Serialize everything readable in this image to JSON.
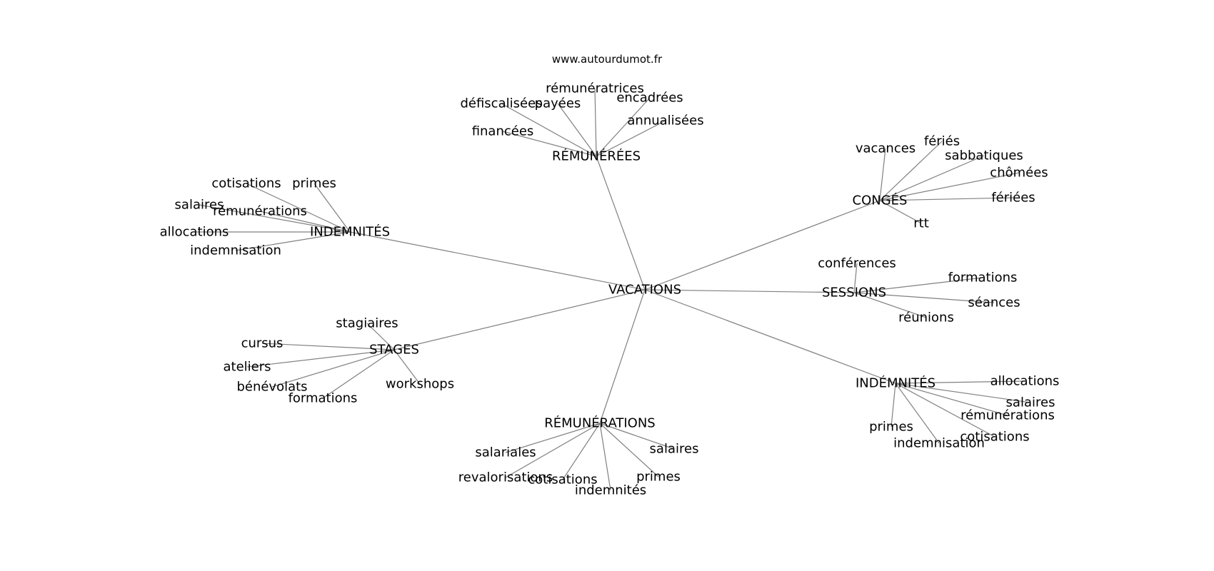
{
  "header": {
    "source": "www.autourdumot.fr"
  },
  "center": {
    "label": "VACATIONS"
  },
  "clusters": [
    {
      "label": "RÉMUNÉRÉES",
      "words": [
        "rémunératrices",
        "défiscalisées",
        "payées",
        "encadrées",
        "annualisées",
        "financées"
      ]
    },
    {
      "label": "CONGÉS",
      "words": [
        "vacances",
        "fériés",
        "sabbatiques",
        "chômées",
        "fériées",
        "rtt"
      ]
    },
    {
      "label": "INDEMNITÉS",
      "words": [
        "cotisations",
        "primes",
        "salaires",
        "rémunérations",
        "allocations",
        "indemnisation"
      ]
    },
    {
      "label": "SESSIONS",
      "words": [
        "conférences",
        "formations",
        "séances",
        "réunions"
      ]
    },
    {
      "label": "STAGES",
      "words": [
        "stagiaires",
        "cursus",
        "ateliers",
        "bénévolats",
        "formations",
        "workshops"
      ]
    },
    {
      "label": "INDÉMNITÉS",
      "words": [
        "allocations",
        "salaires",
        "rémunérations",
        "primes",
        "cotisations",
        "indemnisation"
      ]
    },
    {
      "label": "RÉMUNÉRATIONS",
      "words": [
        "salariales",
        "salaires",
        "revalorisations",
        "cotisations",
        "primes",
        "indemnités"
      ]
    }
  ]
}
